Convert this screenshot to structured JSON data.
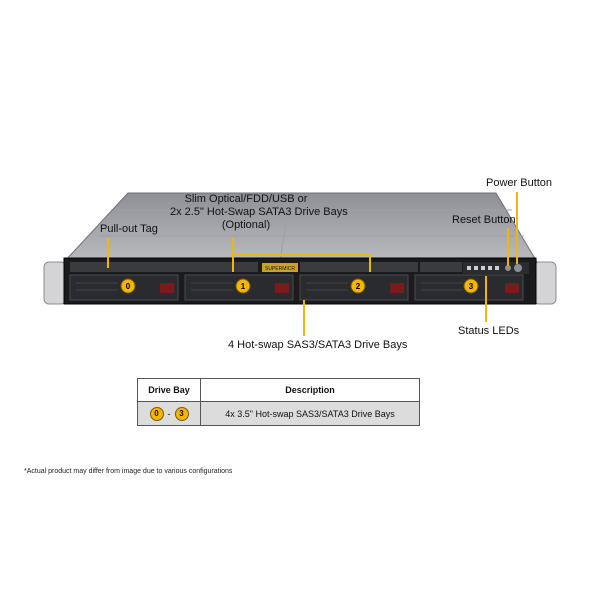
{
  "callouts": {
    "pull_out_tag": "Pull-out  Tag",
    "slim_optical_line1": "Slim Optical/FDD/USB or",
    "slim_optical_line2": "2x 2.5\" Hot-Swap SATA3 Drive Bays",
    "slim_optical_line3": "(Optional)",
    "power_button": "Power Button",
    "reset_button": "Reset Button",
    "status_leds": "Status LEDs",
    "drive_bays": "4 Hot-swap  SAS3/SATA3 Drive Bays"
  },
  "chassis": {
    "brand_label": "SUPERMICR",
    "bays": [
      {
        "number": "0"
      },
      {
        "number": "1"
      },
      {
        "number": "2"
      },
      {
        "number": "3"
      }
    ],
    "colors": {
      "top": "#a7a9ad",
      "front": "#1b1b1d",
      "ear": "#d3d3d6",
      "badge": "#f2b705"
    }
  },
  "table": {
    "headers": [
      "Drive Bay",
      "Description"
    ],
    "rows": [
      {
        "bay_start": "0",
        "separator": "-",
        "bay_end": "3",
        "description": "4x 3.5\" Hot-swap  SAS3/SATA3 Drive  Bays"
      }
    ]
  },
  "footnote": "*Actual product may differ from image due to various configurations"
}
